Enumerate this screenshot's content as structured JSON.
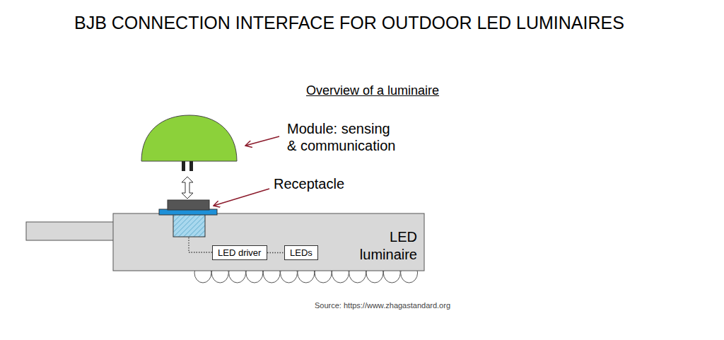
{
  "diagram": {
    "title": "BJB CONNECTION INTERFACE FOR OUTDOOR LED LUMINAIRES",
    "caption": "Source: https://www.zhagastandard.org",
    "nodes": [
      {
        "text": [
          "LED luminaire"
        ]
      },
      {
        "text": [
          "LED driver"
        ],
        "in": 0
      },
      {
        "text": [
          "LEDs"
        ],
        "in": 0
      }
    ],
    "edges": [
      {
        "from": 1,
        "to": 2,
        "arrow": "none"
      }
    ],
    "labels": [
      "Overview of a luminaire",
      "Module: sensing & communication",
      "Receptacle"
    ]
  }
}
